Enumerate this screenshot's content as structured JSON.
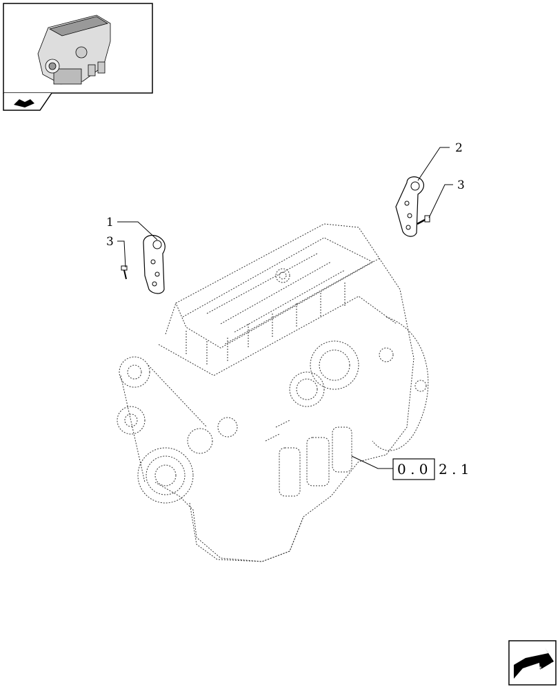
{
  "callouts": {
    "part_1": "1",
    "part_2": "2",
    "part_3_left": "3",
    "part_3_right": "3"
  },
  "reference": {
    "boxed": "0 . 0",
    "rest": "2 . 1"
  },
  "icons": {
    "thumbnail": "engine-thumbnail-icon",
    "tab": "book-page-icon",
    "nav": "next-page-arrow-icon"
  }
}
